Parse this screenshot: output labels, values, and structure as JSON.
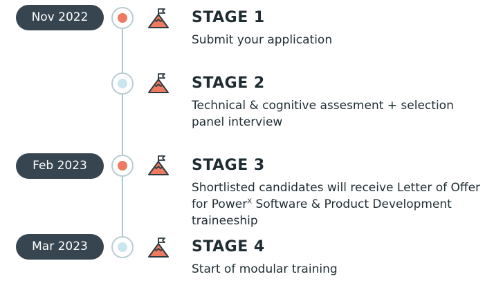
{
  "colors": {
    "pill": "#36454f",
    "dot_active": "#ee7a62",
    "dot_inactive": "#c9e5ed",
    "line": "#a9c4cc",
    "mountain": "#ee7a62"
  },
  "stages": [
    {
      "date": "Nov 2022",
      "title": "STAGE 1",
      "description": "Submit your application",
      "status": "active"
    },
    {
      "date": "",
      "title": "STAGE 2",
      "description": "Technical & cognitive assesment + selection panel interview",
      "status": "inactive"
    },
    {
      "date": "Feb 2023",
      "title": "STAGE 3",
      "description_before": "Shortlisted candidates will receive Letter of Offer for Power",
      "description_sup": "X",
      "description_after": " Software & Product Development traineeship",
      "status": "active"
    },
    {
      "date": "Mar 2023",
      "title": "STAGE 4",
      "description": "Start of modular training",
      "status": "inactive"
    }
  ],
  "icons": {
    "flag": "mountain-flag-icon"
  }
}
